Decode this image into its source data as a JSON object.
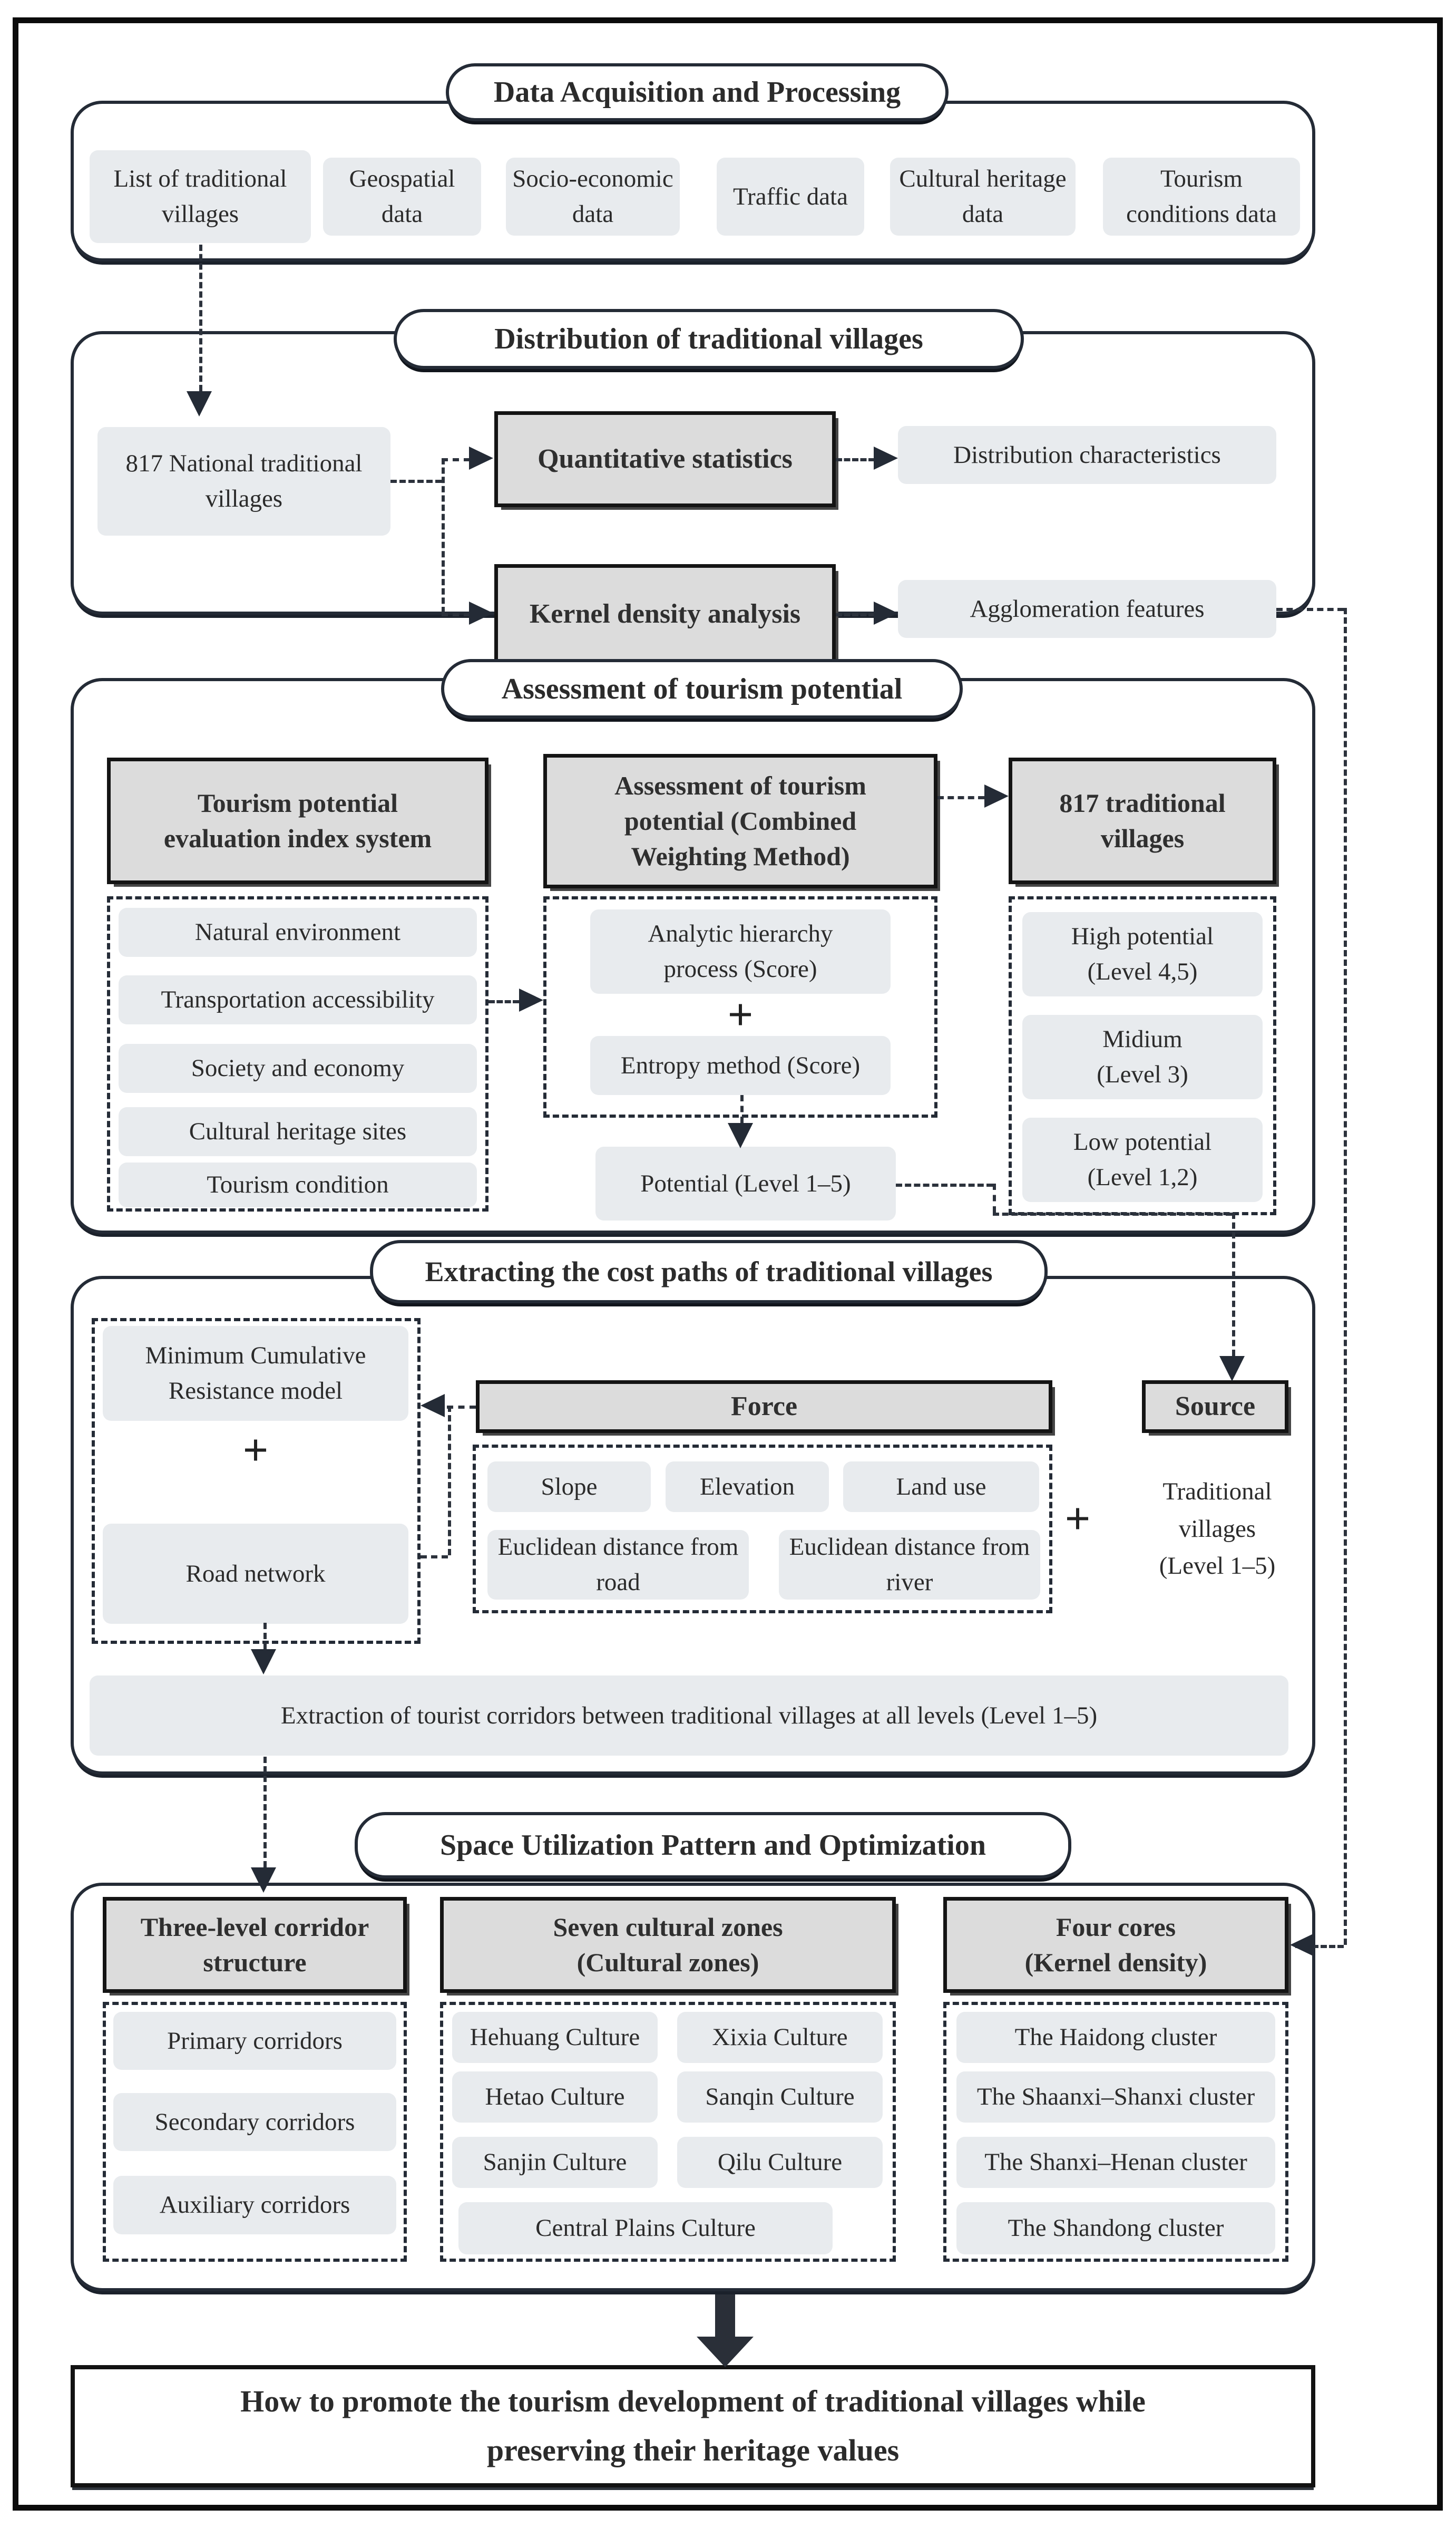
{
  "s1": {
    "title": "Data Acquisition and Processing",
    "items": [
      "List of traditional villages",
      "Geospatial data",
      "Socio-economic data",
      "Traffic data",
      "Cultural heritage data",
      "Tourism conditions data"
    ]
  },
  "s2": {
    "title": "Distribution of traditional villages",
    "villages": "817 National traditional villages",
    "quant": "Quantitative statistics",
    "kernel": "Kernel density analysis",
    "dist": "Distribution characteristics",
    "agg": "Agglomeration features"
  },
  "s3": {
    "title": "Assessment of tourism potential",
    "h_index": {
      "l1": "Tourism potential",
      "l2": "evaluation index system"
    },
    "h_method": {
      "l1": "Assessment of tourism",
      "l2": "potential (Combined",
      "l3": "Weighting Method)"
    },
    "h_villages": {
      "l1": "817  traditional",
      "l2": "villages"
    },
    "criteria": [
      "Natural environment",
      "Transportation accessibility",
      "Society and economy",
      "Cultural heritage sites",
      "Tourism condition"
    ],
    "ahp": {
      "l1": "Analytic hierarchy",
      "l2": "process (Score)"
    },
    "plus": "+",
    "entropy": "Entropy method (Score)",
    "potential": "Potential (Level 1–5)",
    "high": {
      "l1": "High potential",
      "l2": "(Level 4,5)"
    },
    "mid": {
      "l1": "Midium",
      "l2": "(Level 3)"
    },
    "low": {
      "l1": "Low potential",
      "l2": "(Level 1,2)"
    }
  },
  "s4": {
    "title": "Extracting the cost paths of traditional villages",
    "mcr": "Minimum Cumulative Resistance model",
    "plus_left": "+",
    "road": "Road network",
    "force": "Force",
    "source": "Source",
    "factors": [
      "Slope",
      "Elevation",
      "Land use",
      "Euclidean distance from road",
      "Euclidean distance from river"
    ],
    "plus_mid": "+",
    "tv": {
      "l1": "Traditional",
      "l2": "villages",
      "l3": "(Level 1–5)"
    },
    "extraction": "Extraction of tourist corridors between traditional villages at all levels (Level 1–5)"
  },
  "s5": {
    "title": "Space Utilization Pattern and Optimization",
    "h_corridor": {
      "l1": "Three-level corridor",
      "l2": "structure"
    },
    "h_cultural": {
      "l1": "Seven cultural zones",
      "l2": "(Cultural zones)"
    },
    "h_cores": {
      "l1": "Four cores",
      "l2": "(Kernel density)"
    },
    "corridors": [
      "Primary corridors",
      "Secondary corridors",
      "Auxiliary corridors"
    ],
    "zones": [
      "Hehuang Culture",
      "Xixia Culture",
      "Hetao Culture",
      "Sanqin Culture",
      "Sanjin Culture",
      "Qilu Culture",
      "Central Plains Culture"
    ],
    "cores": [
      "The Haidong cluster",
      "The Shaanxi–Shanxi cluster",
      "The Shanxi–Henan cluster",
      "The Shandong cluster"
    ]
  },
  "final": {
    "l1": "How to promote the tourism development of traditional villages while",
    "l2": "preserving their heritage values"
  }
}
